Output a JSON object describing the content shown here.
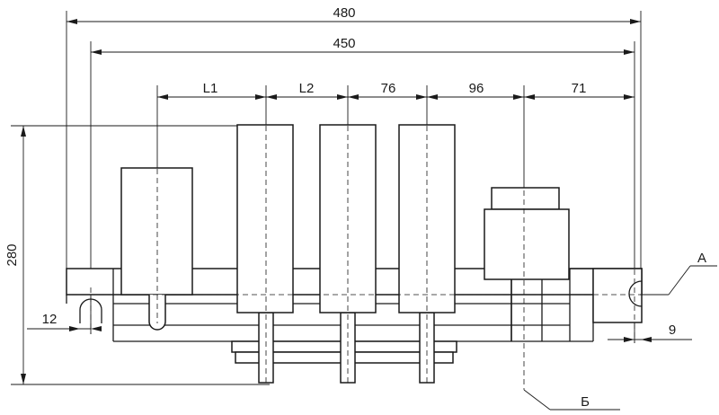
{
  "dimensions": {
    "total_length": "480",
    "inner_length": "450",
    "l1": "L1",
    "l2": "L2",
    "spacing_76": "76",
    "spacing_96": "96",
    "spacing_71": "71",
    "height": "280",
    "left_offset": "12",
    "right_offset": "9"
  },
  "callouts": {
    "a": "A",
    "b": "Б"
  }
}
